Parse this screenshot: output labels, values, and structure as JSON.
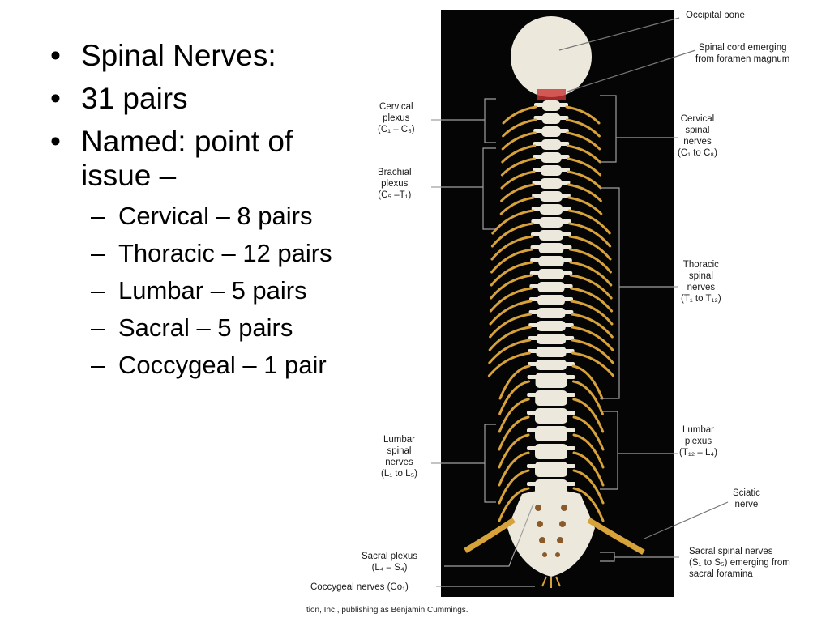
{
  "slide": {
    "bullets": [
      {
        "level": 1,
        "text": "Spinal Nerves:"
      },
      {
        "level": 1,
        "text": "31 pairs"
      },
      {
        "level": 1,
        "text": "Named: point of issue –"
      },
      {
        "level": 2,
        "text": "Cervical – 8 pairs"
      },
      {
        "level": 2,
        "text": "Thoracic – 12 pairs"
      },
      {
        "level": 2,
        "text": "Lumbar – 5 pairs"
      },
      {
        "level": 2,
        "text": "Sacral – 5 pairs"
      },
      {
        "level": 2,
        "text": "Coccygeal – 1 pair"
      }
    ],
    "bullet_glyph": "•",
    "dash_glyph": "–"
  },
  "figure": {
    "labels": {
      "occipital_bone": "Occipital bone",
      "spinal_cord_emerging": "Spinal cord emerging\nfrom foramen magnum",
      "cervical_plexus": "Cervical\nplexus\n(C₁ – C₅)",
      "cervical_spinal_nerves": "Cervical\nspinal\nnerves\n(C₁ to C₈)",
      "brachial_plexus": "Brachial\nplexus\n(C₅ –T₁)",
      "thoracic_spinal_nerves": "Thoracic\nspinal\nnerves\n(T₁ to T₁₂)",
      "lumbar_spinal_nerves": "Lumbar\nspinal\nnerves\n(L₁ to L₅)",
      "lumbar_plexus": "Lumbar\nplexus\n(T₁₂ – L₄)",
      "sciatic_nerve": "Sciatic\nnerve",
      "sacral_plexus": "Sacral plexus\n(L₄ – S₄)",
      "sacral_spinal_nerves": "Sacral spinal nerves\n(S₁ to S₅) emerging from\nsacral foramina",
      "coccygeal_nerves": "Coccygeal nerves (Co₁)"
    },
    "colors": {
      "background": "#050505",
      "nerve": "#d8a23a",
      "bone": "#ece9dc",
      "leader": "#9a9a9a"
    }
  },
  "credit": "tion, Inc., publishing as Benjamin Cummings."
}
